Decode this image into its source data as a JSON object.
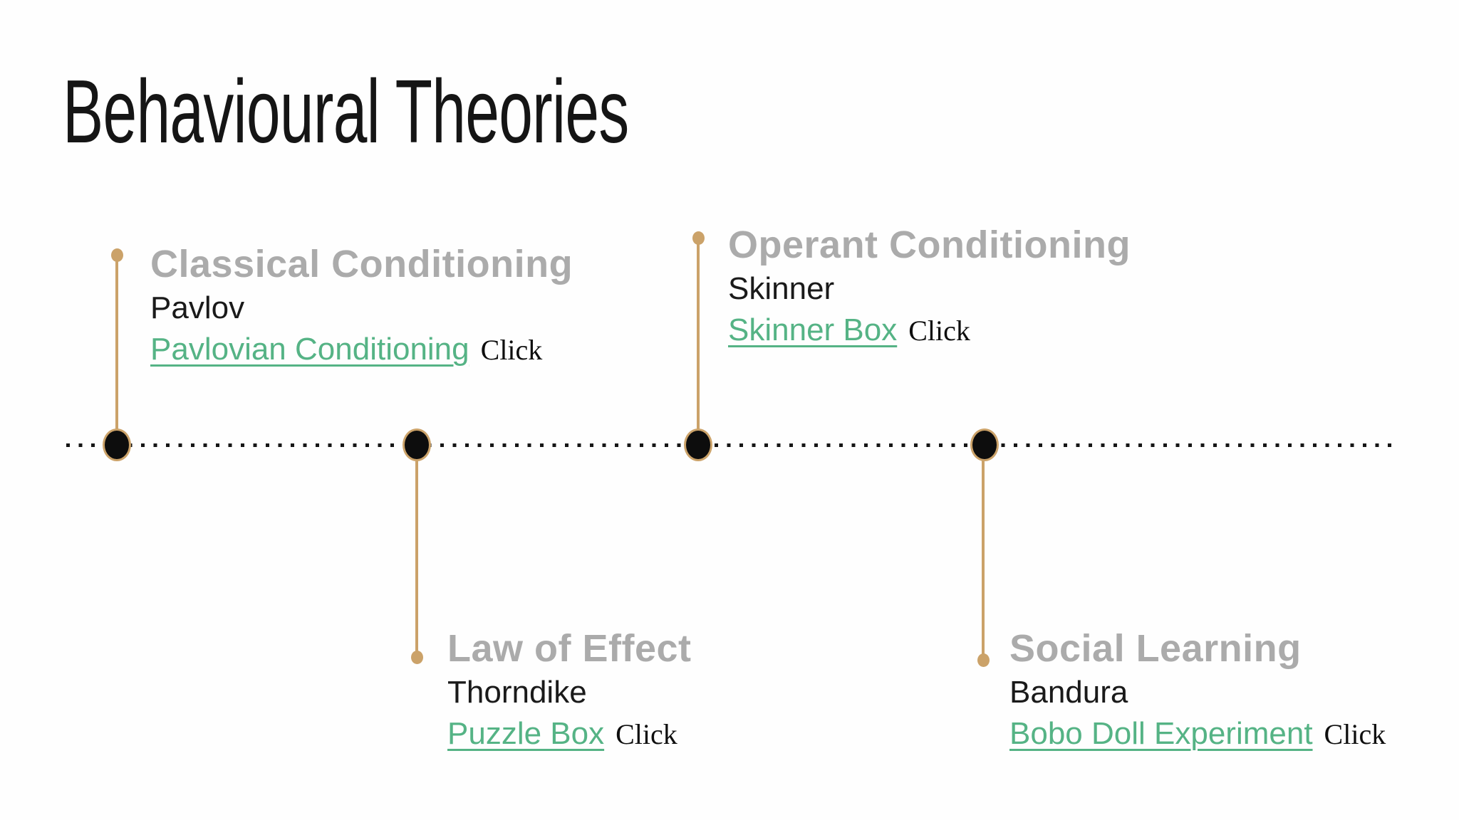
{
  "slide": {
    "title": "Behavioural Theories"
  },
  "colors": {
    "accent_tan": "#CBA269",
    "link_green": "#55B385",
    "heading_gray": "#ABABAB",
    "text_black": "#1A1A1A",
    "line_black": "#161616"
  },
  "timeline": {
    "entries": [
      {
        "title": "Classical Conditioning",
        "author": "Pavlov",
        "link": "Pavlovian Conditioning",
        "action": "Click",
        "side": "above"
      },
      {
        "title": "Law of Effect",
        "author": "Thorndike",
        "link": "Puzzle Box",
        "action": "Click",
        "side": "below"
      },
      {
        "title": "Operant Conditioning",
        "author": "Skinner",
        "link": "Skinner Box",
        "action": "Click",
        "side": "above"
      },
      {
        "title": "Social Learning",
        "author": "Bandura",
        "link": "Bobo Doll Experiment",
        "action": "Click",
        "side": "below"
      }
    ]
  }
}
